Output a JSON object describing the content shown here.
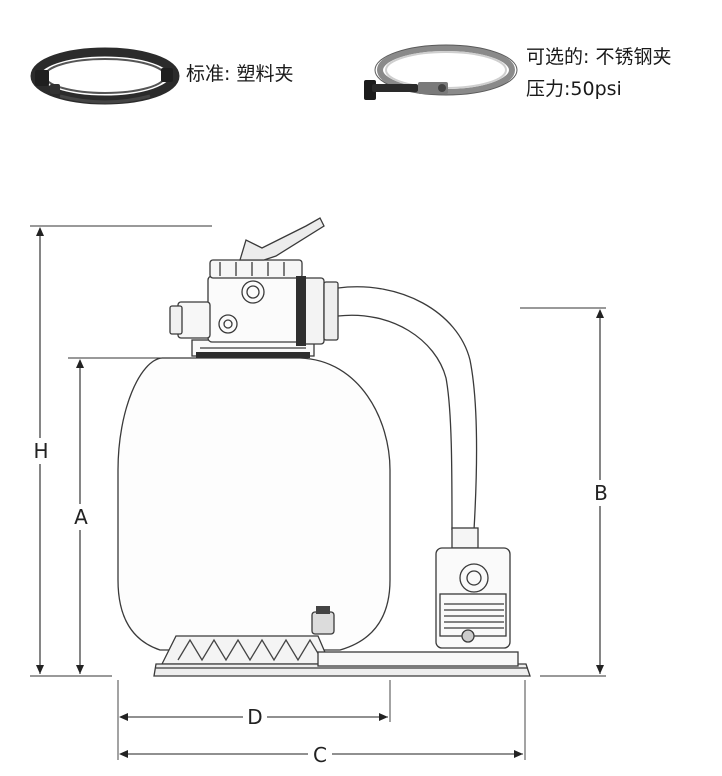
{
  "clamps": {
    "standard": {
      "label": "标准: 塑料夹",
      "icon": "plastic-clamp-icon"
    },
    "optional": {
      "label_line1": "可选的: 不锈钢夹",
      "label_line2": "压力:50psi",
      "icon": "steel-clamp-icon"
    }
  },
  "dimensions": {
    "H": "H",
    "A": "A",
    "B": "B",
    "D": "D",
    "C": "C"
  }
}
